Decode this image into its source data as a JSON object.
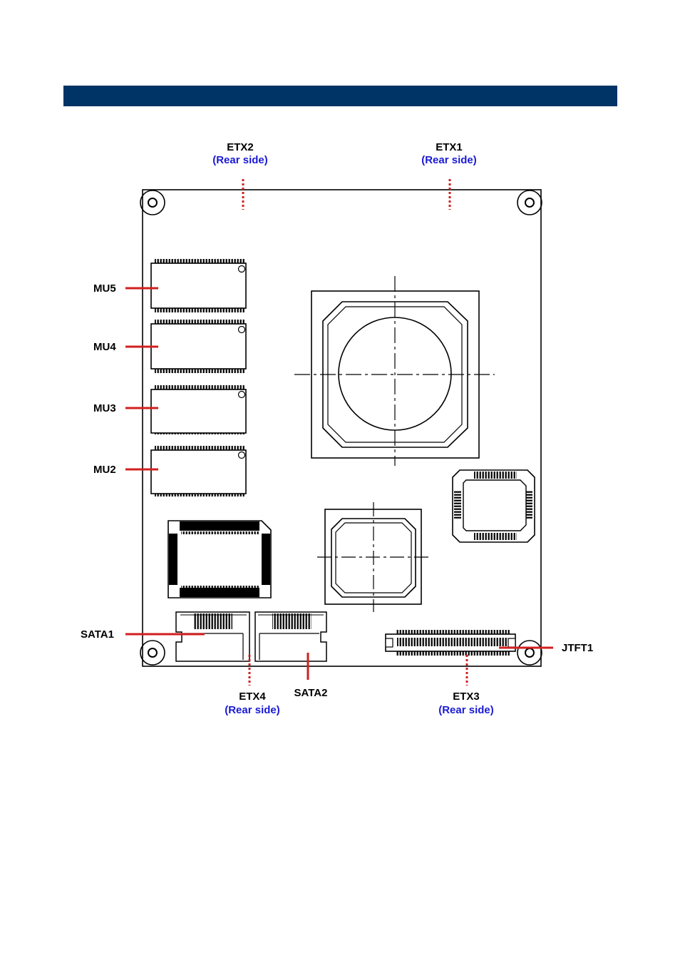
{
  "colors": {
    "banner": "#003366",
    "leader": "#d21f1f",
    "rear_note": "#1a1ad6",
    "board": "#000000"
  },
  "labels": {
    "etx2": "ETX2",
    "etx1": "ETX1",
    "etx4": "ETX4",
    "etx3": "ETX3",
    "rear_side": "(Rear side)",
    "mu5": "MU5",
    "mu4": "MU4",
    "mu3": "MU3",
    "mu2": "MU2",
    "sata1": "SATA1",
    "sata2": "SATA2",
    "jtft1": "JTFT1"
  }
}
